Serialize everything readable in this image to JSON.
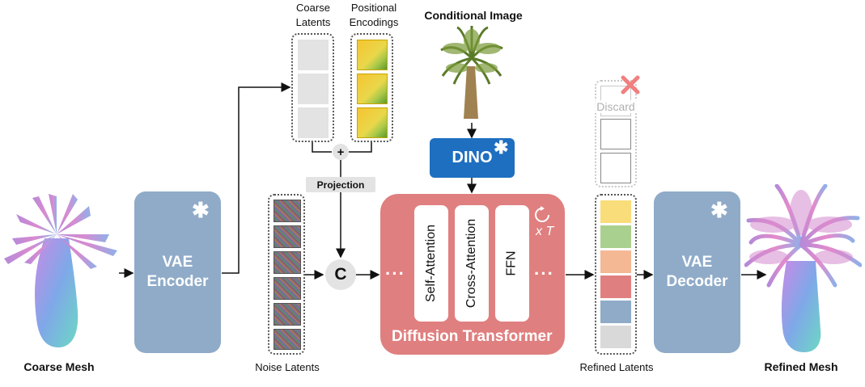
{
  "labels": {
    "coarse_mesh": "Coarse Mesh",
    "refined_mesh": "Refined Mesh",
    "noise_latents": "Noise Latents",
    "refined_latents": "Refined Latents",
    "coarse_latents": "Coarse\nLatents",
    "positional_encodings": "Positional\nEncodings",
    "conditional_image": "Conditional Image",
    "projection": "Projection",
    "discard": "Discard",
    "concat_symbol": "C",
    "plus_symbol": "+",
    "repeat": "x T",
    "frozen_symbol": "✱"
  },
  "modules": {
    "vae_encoder": "VAE\nEncoder",
    "vae_decoder": "VAE\nDecoder",
    "dino": "DINO",
    "dit_title": "Diffusion Transformer",
    "dit_blocks": [
      "Self-Attention",
      "Cross-Attention",
      "FFN"
    ],
    "ellipsis": "···"
  },
  "colors": {
    "vae": "#8fabc8",
    "dino": "#1e6fc0",
    "dit": "#e07f7f",
    "discard_x": "#f08080",
    "refined_latent_cells": [
      "#f9dd7a",
      "#a9d08e",
      "#f4b894",
      "#e07f7f",
      "#8fabc8",
      "#d9d9d9"
    ]
  }
}
